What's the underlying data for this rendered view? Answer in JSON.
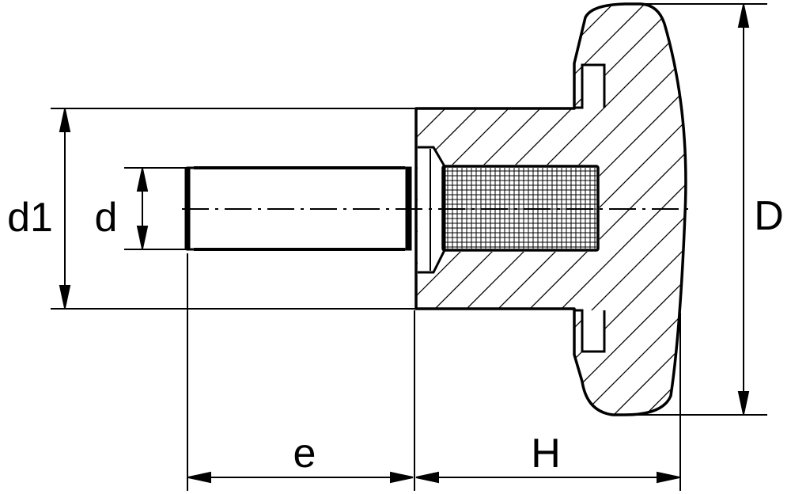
{
  "diagram": {
    "labels": {
      "d1": "d1",
      "d": "d",
      "e": "e",
      "H": "H",
      "D": "D"
    },
    "colors": {
      "stroke": "#000000",
      "background": "#ffffff"
    }
  }
}
